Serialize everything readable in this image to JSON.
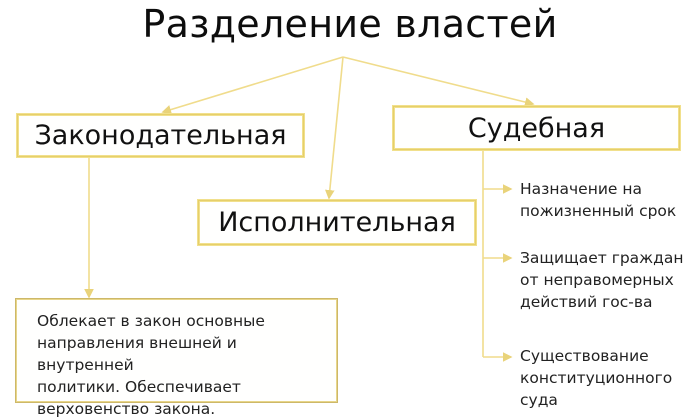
{
  "title": "Разделение властей",
  "branches": {
    "legislative": {
      "label": "Законодательная",
      "description": [
        "Облекает в закон основные",
        "направления внешней и внутренней",
        "политики. Обеспечивает",
        "верховенство закона."
      ]
    },
    "executive": {
      "label": "Исполнительная"
    },
    "judicial": {
      "label": "Судебная",
      "items": [
        {
          "lines": [
            "Назначение на",
            "пожизненный срок"
          ]
        },
        {
          "lines": [
            "Защищает граждан",
            "от неправомерных",
            "действий гос-ва"
          ]
        },
        {
          "lines": [
            "Существование",
            "конституционного",
            "суда"
          ]
        }
      ]
    }
  },
  "colors": {
    "line": "#f0dc8c",
    "box_border": "#f1e08c",
    "text": "#111111"
  }
}
